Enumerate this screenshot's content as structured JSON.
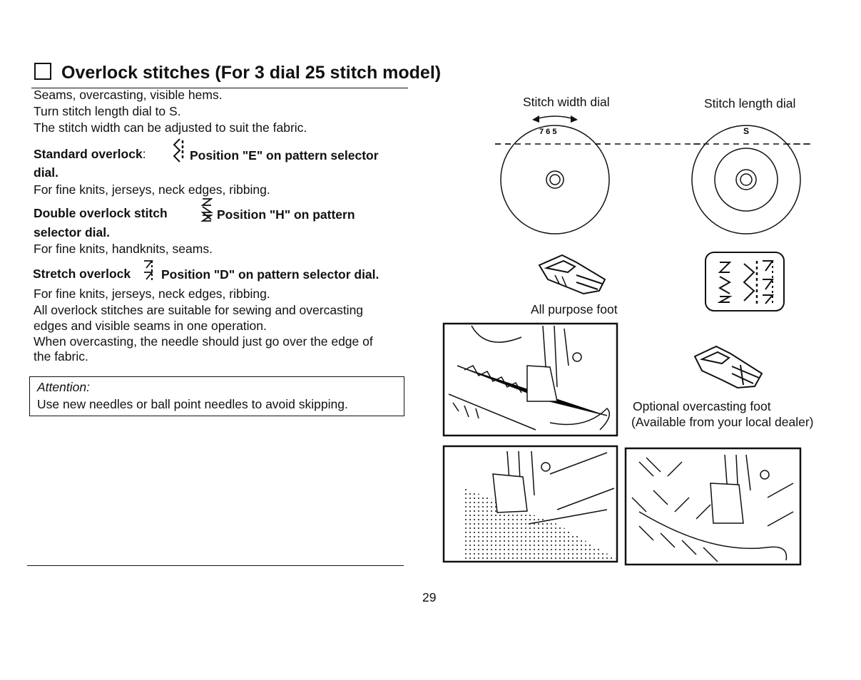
{
  "title": "Overlock stitches (For 3 dial 25 stitch model)",
  "intro": [
    "Seams, overcasting, visible hems.",
    "Turn stitch length dial to S.",
    "The stitch width can be adjusted to suit the fabric."
  ],
  "standard": {
    "label": "Standard overlock",
    "colon": ":",
    "position": "Position \"E\" on pattern selector",
    "position_cont": "dial.",
    "desc": "For fine knits, jerseys, neck edges, ribbing."
  },
  "double": {
    "label": "Double overlock stitch",
    "position": "Position \"H\" on pattern",
    "position_cont": "selector dial.",
    "desc": "For fine knits, handknits, seams."
  },
  "stretch": {
    "label": "Stretch overlock",
    "position": "Position \"D\" on pattern selector dial.",
    "desc": [
      "For fine knits, jerseys, neck edges, ribbing.",
      "All overlock stitches are suitable for sewing and overcasting",
      "edges and visible seams in one operation.",
      "When overcasting, the needle should just go over the edge of",
      "the fabric."
    ]
  },
  "attention": {
    "heading": "Attention:",
    "text": "Use new needles or ball point needles to avoid skipping."
  },
  "figures": {
    "width_dial_label": "Stitch width dial",
    "length_dial_label": "Stitch length dial",
    "width_dial_marks": "7 6 5",
    "length_dial_mark": "S",
    "all_purpose_foot": "All purpose foot",
    "optional_foot": "Optional overcasting foot",
    "optional_foot_note": "(Available from your local dealer)"
  },
  "page_number": "29"
}
